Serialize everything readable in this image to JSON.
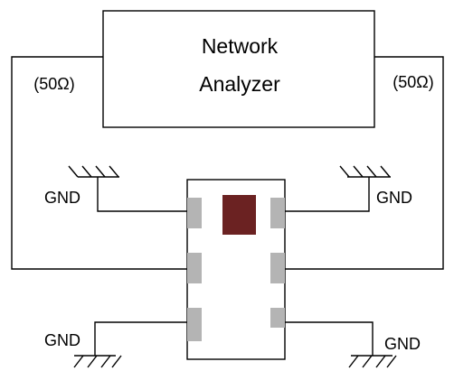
{
  "analyzer": {
    "line1": "Network",
    "line2": "Analyzer",
    "left_port_label": "(50Ω)",
    "right_port_label": "(50Ω)"
  },
  "grounds": {
    "top_left": "GND",
    "top_right": "GND",
    "bottom_left": "GND",
    "bottom_right": "GND"
  },
  "colors": {
    "pad": "#b4b4b4",
    "die": "#6b2222",
    "line": "#000000"
  }
}
